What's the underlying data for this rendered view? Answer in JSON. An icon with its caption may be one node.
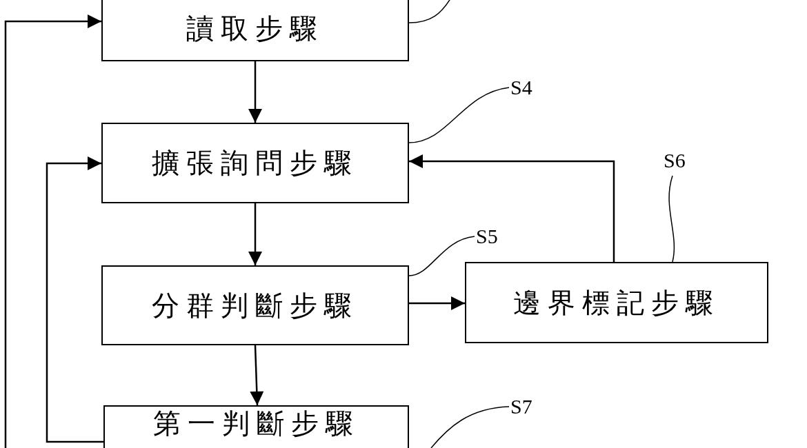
{
  "diagram": {
    "nodes": [
      {
        "text": [
          "讀取步驟"
        ]
      },
      {
        "text": [
          "擴張詢問步驟"
        ]
      },
      {
        "text": [
          "分群判斷步驟"
        ]
      },
      {
        "text": [
          "邊界標記步驟"
        ]
      },
      {
        "text": [
          "第一判斷步驟"
        ]
      },
      {
        "text": [
          "S4"
        ]
      },
      {
        "text": [
          "S5"
        ]
      },
      {
        "text": [
          "S6"
        ]
      },
      {
        "text": [
          "S7"
        ]
      }
    ],
    "edges": [
      {
        "from": null,
        "to": 0,
        "arrow": "to"
      },
      {
        "from": 0,
        "to": 1,
        "arrow": "to"
      },
      {
        "from": 1,
        "to": 2,
        "arrow": "to"
      },
      {
        "from": 2,
        "to": 3,
        "arrow": "to"
      },
      {
        "from": 2,
        "to": 4,
        "arrow": "to"
      },
      {
        "from": 3,
        "to": 1,
        "arrow": "to"
      },
      {
        "from": 4,
        "to": 1,
        "arrow": "to"
      },
      {
        "from": null,
        "to": 0,
        "arrow": "none"
      },
      {
        "from": 5,
        "to": 1,
        "arrow": "none"
      },
      {
        "from": 6,
        "to": 2,
        "arrow": "none"
      },
      {
        "from": 7,
        "to": 3,
        "arrow": "none"
      },
      {
        "from": 8,
        "to": 4,
        "arrow": "none"
      }
    ]
  }
}
